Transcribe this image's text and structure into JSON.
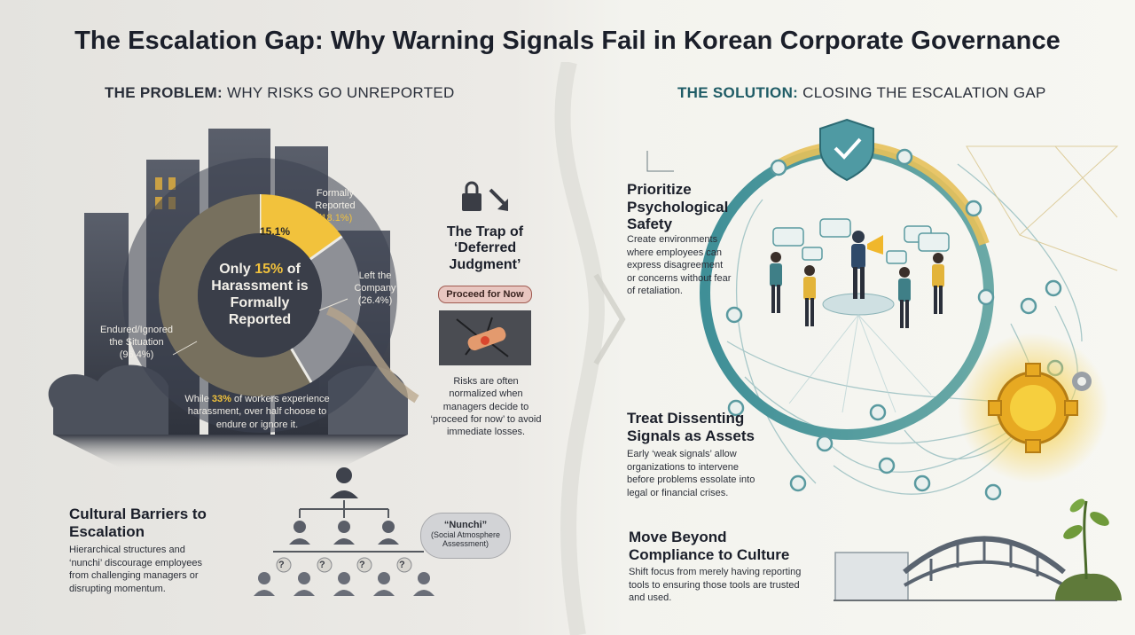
{
  "title": "The Escalation Gap: Why Warning Signals Fail in Korean Corporate Governance",
  "problem": {
    "heading_bold": "THE PROBLEM:",
    "heading_rest": " WHY RISKS GO UNREPORTED",
    "donut_center": {
      "pre": "Only ",
      "highlight": "15%",
      "post": " of Harassment is Formally Reported"
    },
    "segment_value": "15.1%",
    "labels": {
      "formally": {
        "name": "Formally Reported",
        "pct": "(18.1%)"
      },
      "left": {
        "name": "Left the Company",
        "pct": "(26.4%)"
      },
      "endured": {
        "name": "Endured/Ignored the Situation",
        "pct": "(96.4%)"
      }
    },
    "caption": {
      "pre": "While ",
      "highlight": "33%",
      "post": " of workers experience harassment, over half choose to endure or ignore it."
    },
    "donut_fractions": {
      "formally": 0.151,
      "left": 0.264,
      "endured": 0.585
    },
    "colors": {
      "accent": "#f2c23c",
      "dark": "#3c4150"
    }
  },
  "trap": {
    "title": "The Trap of ‘Deferred Judgment’",
    "badge": "Proceed for Now",
    "text": "Risks are often normalized when managers decide to ‘proceed for now’ to avoid immediate losses."
  },
  "cultural": {
    "title": "Cultural Barriers to Escalation",
    "text": "Hierarchical structures and ‘nunchi’ discourage employees from challenging managers or disrupting momentum.",
    "bubble_title": "“Nunchi”",
    "bubble_text": "(Social Atmosphere Assessment)",
    "question_mark": "?"
  },
  "solution": {
    "heading_bold": "THE SOLUTION:",
    "heading_rest": " CLOSING THE ESCALATION GAP",
    "items": [
      {
        "title": "Prioritize Psychological Safety",
        "text": "Create environments where employees can express disagreement or concerns without fear of retaliation."
      },
      {
        "title": "Treat Dissenting Signals as Assets",
        "text": "Early ‘weak signals’ allow organizations to intervene before problems essolate into legal or financial crises."
      },
      {
        "title": "Move Beyond Compliance to Culture",
        "text": "Shift focus from merely having reporting tools to ensuring those tools are trusted and used."
      }
    ],
    "colors": {
      "teal": "#3f8f97",
      "gold": "#f0b72c"
    }
  },
  "icons": [
    "lock-icon",
    "arrow-down-icon",
    "bandage-icon",
    "shield-check-icon",
    "megaphone-icon",
    "gear-icon",
    "speech-bubble-icon",
    "person-icon",
    "bridge-icon",
    "plant-icon"
  ]
}
